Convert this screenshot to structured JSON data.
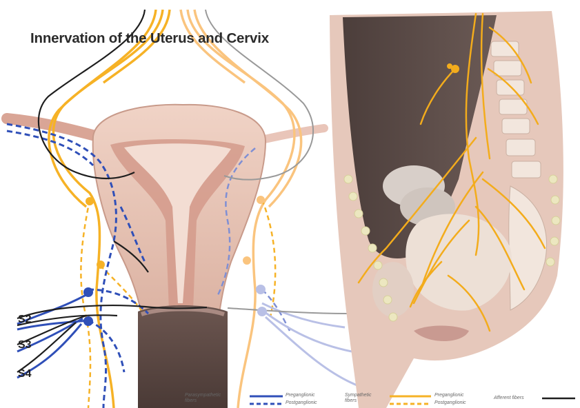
{
  "title": "Innervation of the Uterus and Cervix",
  "spinal_levels": [
    "S2",
    "S3",
    "S4"
  ],
  "legend": {
    "parasympathetic_label_1": "Parasympathetic",
    "parasympathetic_label_2": "fibers",
    "sympathetic_label_1": "Sympathetic",
    "sympathetic_label_2": "fibers",
    "preganglionic": "Preganglionic",
    "postganglionic": "Postganglionic",
    "afferent": "Afferent fibers"
  },
  "colors": {
    "sympathetic": "#f6b226",
    "parasympathetic": "#2f4fb8",
    "afferent": "#1e1e1e",
    "tissue": "#e8c3b4",
    "cervix": "#5a4641"
  }
}
